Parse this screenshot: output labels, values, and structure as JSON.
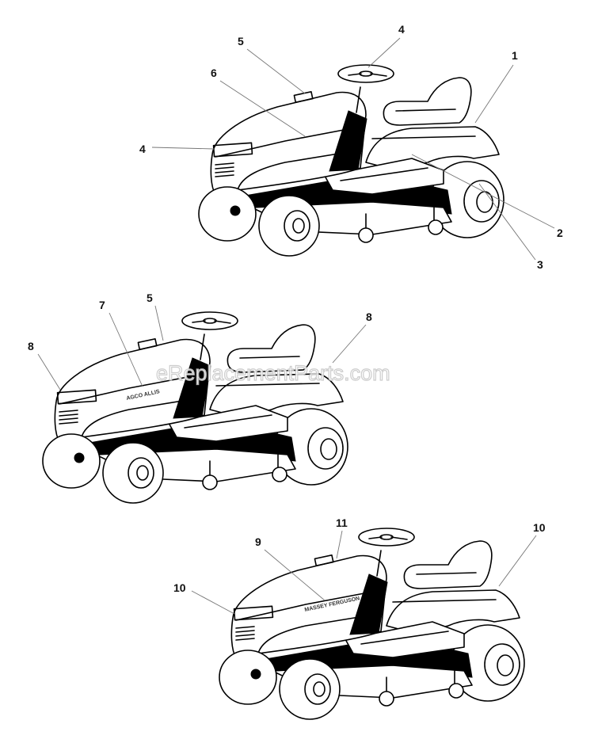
{
  "diagram": {
    "views": [
      {
        "id": "top",
        "callouts": [
          {
            "label": "5"
          },
          {
            "label": "4"
          },
          {
            "label": "6"
          },
          {
            "label": "4"
          },
          {
            "label": "1"
          },
          {
            "label": "2"
          },
          {
            "label": "3"
          }
        ],
        "hood_logo": ""
      },
      {
        "id": "middle",
        "callouts": [
          {
            "label": "7"
          },
          {
            "label": "5"
          },
          {
            "label": "8"
          },
          {
            "label": "8"
          }
        ],
        "hood_logo": "AGCO ALLIS"
      },
      {
        "id": "bottom",
        "callouts": [
          {
            "label": "11"
          },
          {
            "label": "9"
          },
          {
            "label": "10"
          },
          {
            "label": "10"
          }
        ],
        "hood_logo": "MASSEY FERGUSON"
      }
    ],
    "watermark": "eReplacementParts.com"
  }
}
